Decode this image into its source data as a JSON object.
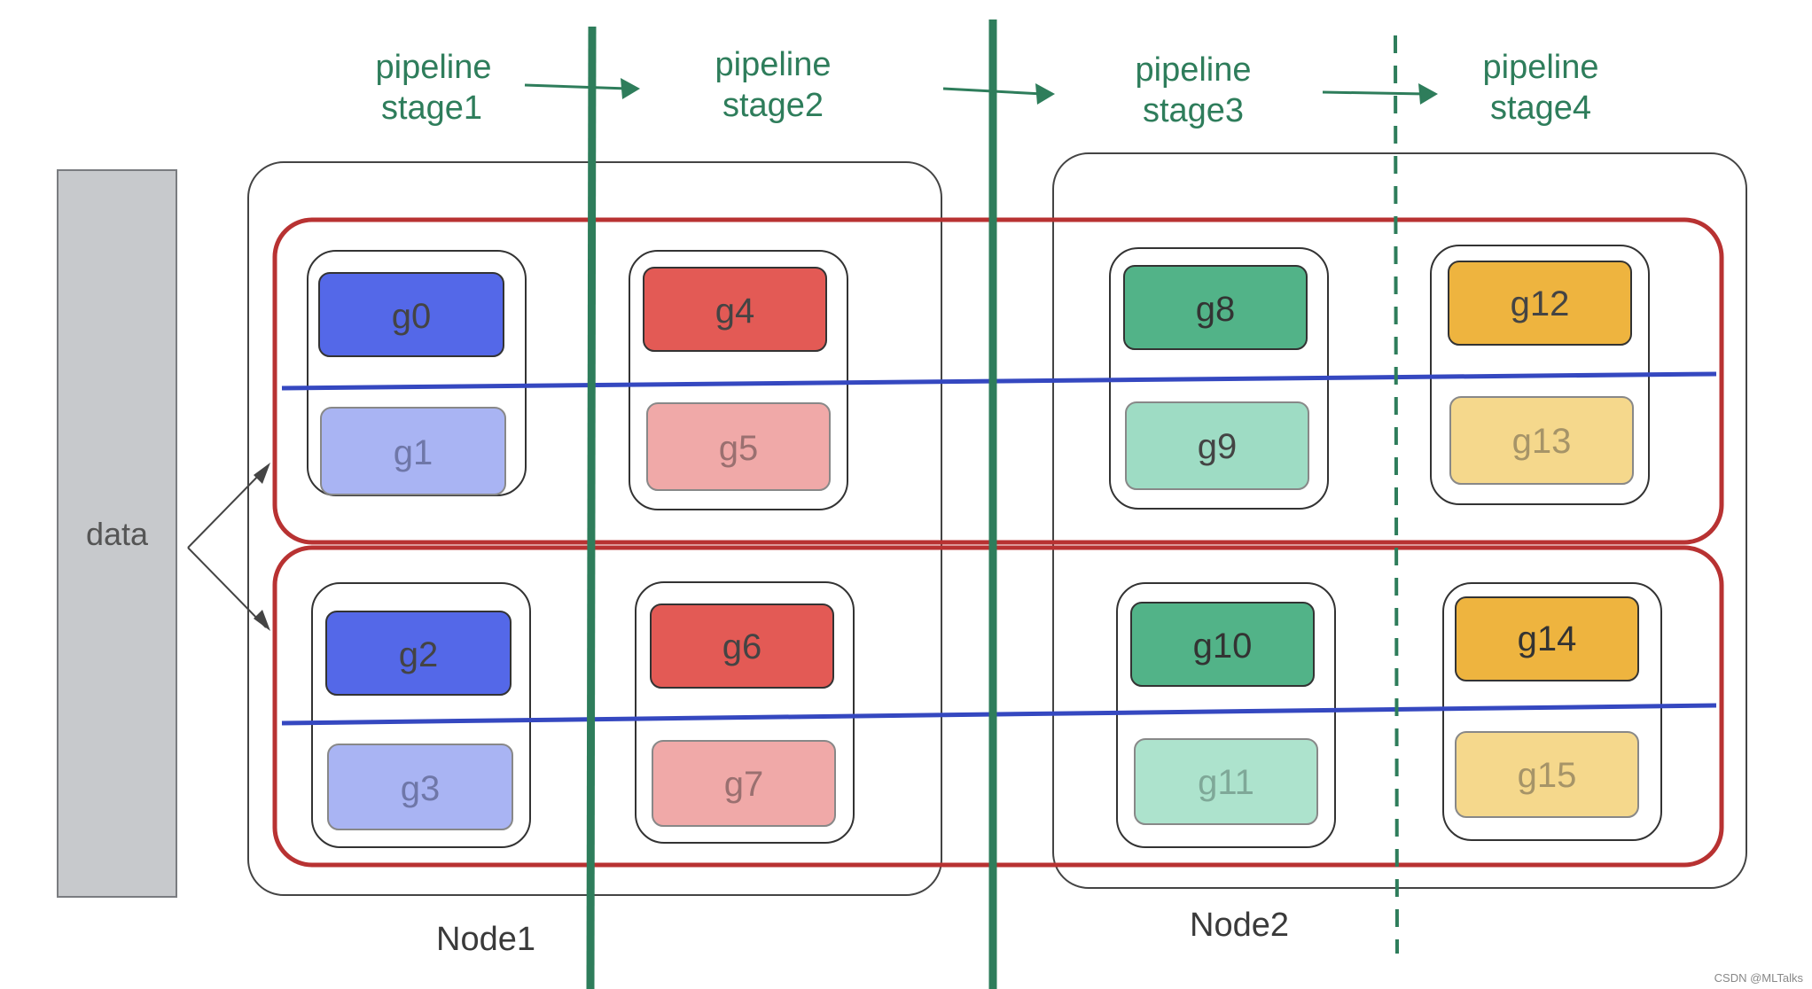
{
  "stages": [
    {
      "line1": "pipeline",
      "line2": "stage1"
    },
    {
      "line1": "pipeline",
      "line2": "stage2"
    },
    {
      "line1": "pipeline",
      "line2": "stage3"
    },
    {
      "line1": "pipeline",
      "line2": "stage4"
    }
  ],
  "data_label": "data",
  "nodes": [
    {
      "label": "Node1"
    },
    {
      "label": "Node2"
    }
  ],
  "gpus": [
    {
      "label": "g0",
      "color": "#5468e8"
    },
    {
      "label": "g1",
      "color": "#a9b4f3"
    },
    {
      "label": "g2",
      "color": "#5468e8"
    },
    {
      "label": "g3",
      "color": "#a9b4f3"
    },
    {
      "label": "g4",
      "color": "#e35a55"
    },
    {
      "label": "g5",
      "color": "#f0a9a8"
    },
    {
      "label": "g6",
      "color": "#e35a55"
    },
    {
      "label": "g7",
      "color": "#f0a9a8"
    },
    {
      "label": "g8",
      "color": "#52b388"
    },
    {
      "label": "g9",
      "color": "#9edcc4"
    },
    {
      "label": "g10",
      "color": "#52b388"
    },
    {
      "label": "g11",
      "color": "#ade3cd"
    },
    {
      "label": "g12",
      "color": "#eeb43f"
    },
    {
      "label": "g13",
      "color": "#f5d88c"
    },
    {
      "label": "g14",
      "color": "#eeb43f"
    },
    {
      "label": "g15",
      "color": "#f5d88c"
    }
  ],
  "colors": {
    "stage_line": "#2e7d5b",
    "replica_border": "#b83232",
    "split_line": "#3548c0",
    "node_border": "#444444",
    "data_bar": "#c7c9cc"
  },
  "watermark": "CSDN @MLTalks"
}
